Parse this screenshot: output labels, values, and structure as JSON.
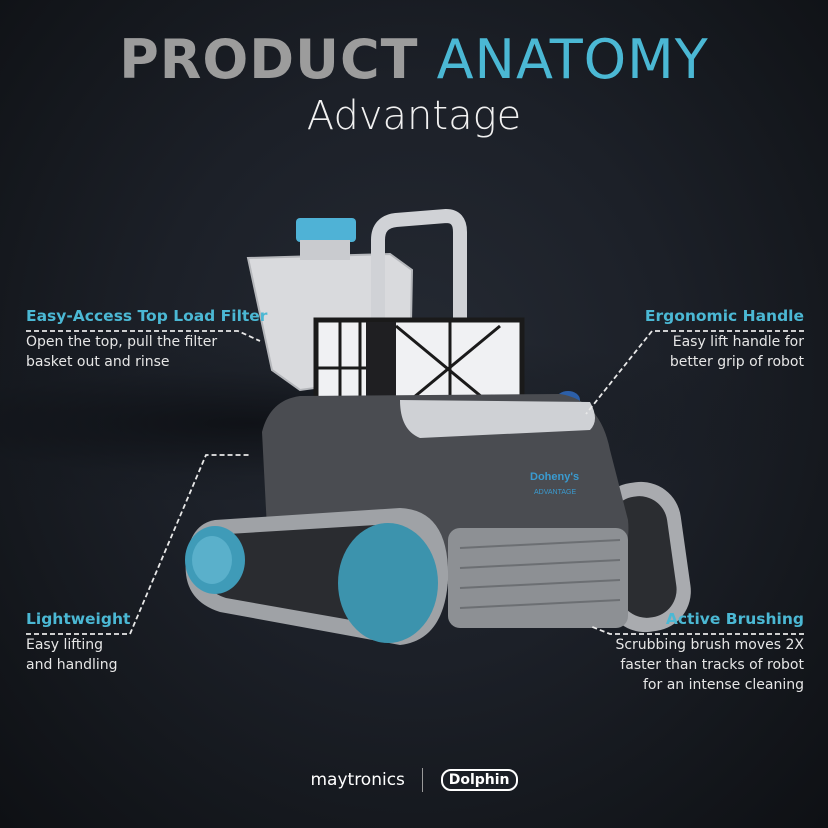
{
  "header": {
    "title_part1": "PRODUCT",
    "title_part2": "ANATOMY",
    "subtitle": "Advantage"
  },
  "callouts": [
    {
      "id": "filter",
      "title": "Easy-Access Top Load Filter",
      "description": "Open the top, pull the filter\nbasket out and rinse"
    },
    {
      "id": "handle",
      "title": "Ergonomic Handle",
      "description": "Easy lift handle for\nbetter grip of robot"
    },
    {
      "id": "lightweight",
      "title": "Lightweight",
      "description": "Easy lifting\nand handling"
    },
    {
      "id": "brushing",
      "title": "Active Brushing",
      "description": "Scrubbing brush moves 2X\nfaster than tracks of robot\nfor an intense cleaning"
    }
  ],
  "product": {
    "body_label_line1": "Doheny's",
    "body_label_line2": "ADVANTAGE"
  },
  "footer": {
    "brand1": "maytronics",
    "brand2": "Dolphin"
  },
  "colors": {
    "accent": "#4bb8d4",
    "title_gray": "#9c9c9c",
    "background": "#1c2028",
    "robot_body": "#4a4c51",
    "robot_light": "#d6d8dc",
    "wheel_blue": "#3c93ad"
  }
}
